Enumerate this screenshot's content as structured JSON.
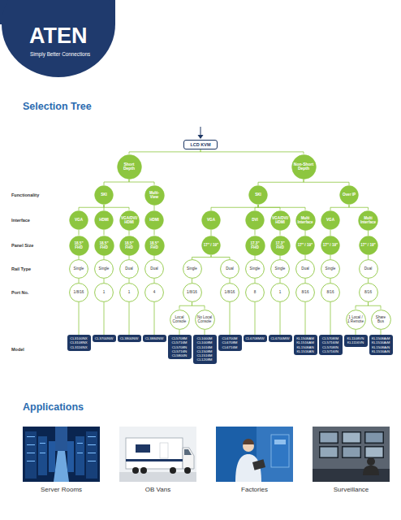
{
  "diagram": {
    "title": "Selection Tree",
    "nodes": [
      {
        "text": [
          "LCD KVM"
        ]
      },
      {
        "text": [
          "Short Depth"
        ]
      },
      {
        "text": [
          "Non-Short Depth"
        ]
      },
      {
        "text": [
          "SKI"
        ]
      },
      {
        "text": [
          "Multi-View"
        ]
      },
      {
        "text": [
          "SKI"
        ]
      },
      {
        "text": [
          "Over IP"
        ]
      },
      {
        "text": [
          "VGA"
        ]
      },
      {
        "text": [
          "HDMI"
        ]
      },
      {
        "text": [
          "VGA/DVI/ HDMI"
        ]
      },
      {
        "text": [
          "HDMI"
        ]
      },
      {
        "text": [
          "VGA"
        ]
      },
      {
        "text": [
          "DVI"
        ]
      },
      {
        "text": [
          "VGA/DVI/ HDMI"
        ]
      },
      {
        "text": [
          "Multi Interface"
        ]
      },
      {
        "text": [
          "VGA"
        ]
      },
      {
        "text": [
          "Multi Interface"
        ]
      },
      {
        "text": [
          "18.5\" FHD"
        ]
      },
      {
        "text": [
          "18.5\" FHD"
        ]
      },
      {
        "text": [
          "18.5\" FHD"
        ]
      },
      {
        "text": [
          "18.5\" FHD"
        ]
      },
      {
        "text": [
          "17\" / 19\""
        ]
      },
      {
        "text": [
          "17.3\" FHD"
        ]
      },
      {
        "text": [
          "17.3\" FHD"
        ]
      },
      {
        "text": [
          "17\" / 19\""
        ]
      },
      {
        "text": [
          "17\" / 19\""
        ]
      },
      {
        "text": [
          "17\" / 19\""
        ]
      },
      {
        "text": [
          "Single"
        ]
      },
      {
        "text": [
          "Single"
        ]
      },
      {
        "text": [
          "Dual"
        ]
      },
      {
        "text": [
          "Dual"
        ]
      },
      {
        "text": [
          "Single"
        ]
      },
      {
        "text": [
          "Dual"
        ]
      },
      {
        "text": [
          "Single"
        ]
      },
      {
        "text": [
          "Single"
        ]
      },
      {
        "text": [
          "Dual"
        ]
      },
      {
        "text": [
          "Single"
        ]
      },
      {
        "text": [
          "Dual"
        ]
      },
      {
        "text": [
          "1/8/16"
        ]
      },
      {
        "text": [
          "1"
        ]
      },
      {
        "text": [
          "1"
        ]
      },
      {
        "text": [
          "4"
        ]
      },
      {
        "text": [
          "1/8/16"
        ]
      },
      {
        "text": [
          "1/8/16"
        ]
      },
      {
        "text": [
          "8"
        ]
      },
      {
        "text": [
          "1"
        ]
      },
      {
        "text": [
          "8/16"
        ]
      },
      {
        "text": [
          "8/16"
        ]
      },
      {
        "text": [
          "8/16"
        ]
      },
      {
        "text": [
          "Local Console"
        ]
      },
      {
        "text": [
          "No Local Console"
        ]
      },
      {
        "text": [
          "1 Local / 1 Remote"
        ]
      },
      {
        "text": [
          "Share Bus"
        ]
      },
      {
        "text": [
          "CL3100NX CL3108NX CL3116NX"
        ]
      },
      {
        "text": [
          "CL3700NW"
        ]
      },
      {
        "text": [
          "CL3800NW"
        ]
      },
      {
        "text": [
          "CL3884NW"
        ]
      },
      {
        "text": [
          "CL5708M CL5716M CL5708N CL5716N CL5800N"
        ]
      },
      {
        "text": [
          "CL1000M CL1008M CL1016M CL1508M CL1516M CL1208M"
        ]
      },
      {
        "text": [
          "CL6700M CL6708M CL6716M"
        ]
      },
      {
        "text": [
          "CL6708MW"
        ]
      },
      {
        "text": [
          "CL6700MW"
        ]
      },
      {
        "text": [
          "KL1508AM KL1516AM KL1508AN KL1516AN"
        ]
      },
      {
        "text": [
          "CL5708IM CL5716IM CL5708IN CL5716IN"
        ]
      },
      {
        "text": [
          "KL1108VN KL1116VN"
        ]
      },
      {
        "text": [
          "KL1508AiM KL1516AiM KL1508AiN KL1516AiN"
        ]
      }
    ],
    "edges": [
      {
        "from": 0,
        "to": 1,
        "arrow": "none"
      },
      {
        "from": 0,
        "to": 2,
        "arrow": "none"
      },
      {
        "from": 1,
        "to": 3,
        "arrow": "none"
      },
      {
        "from": 1,
        "to": 4,
        "arrow": "none"
      },
      {
        "from": 2,
        "to": 5,
        "arrow": "none"
      },
      {
        "from": 2,
        "to": 6,
        "arrow": "none"
      },
      {
        "from": 3,
        "to": 7,
        "arrow": "none"
      },
      {
        "from": 3,
        "to": 8,
        "arrow": "none"
      },
      {
        "from": 3,
        "to": 9,
        "arrow": "none"
      },
      {
        "from": 4,
        "to": 10,
        "arrow": "none"
      },
      {
        "from": 5,
        "to": 11,
        "arrow": "none"
      },
      {
        "from": 5,
        "to": 12,
        "arrow": "none"
      },
      {
        "from": 5,
        "to": 13,
        "arrow": "none"
      },
      {
        "from": 5,
        "to": 14,
        "arrow": "none"
      },
      {
        "from": 6,
        "to": 15,
        "arrow": "none"
      },
      {
        "from": 6,
        "to": 16,
        "arrow": "none"
      },
      {
        "from": 7,
        "to": 17,
        "arrow": "none"
      },
      {
        "from": 8,
        "to": 18,
        "arrow": "none"
      },
      {
        "from": 9,
        "to": 19,
        "arrow": "none"
      },
      {
        "from": 10,
        "to": 20,
        "arrow": "none"
      },
      {
        "from": 11,
        "to": 21,
        "arrow": "none"
      },
      {
        "from": 12,
        "to": 22,
        "arrow": "none"
      },
      {
        "from": 13,
        "to": 23,
        "arrow": "none"
      },
      {
        "from": 14,
        "to": 24,
        "arrow": "none"
      },
      {
        "from": 15,
        "to": 25,
        "arrow": "none"
      },
      {
        "from": 16,
        "to": 26,
        "arrow": "none"
      },
      {
        "from": 17,
        "to": 27,
        "arrow": "none"
      },
      {
        "from": 18,
        "to": 28,
        "arrow": "none"
      },
      {
        "from": 19,
        "to": 29,
        "arrow": "none"
      },
      {
        "from": 20,
        "to": 30,
        "arrow": "none"
      },
      {
        "from": 21,
        "to": 31,
        "arrow": "none"
      },
      {
        "from": 21,
        "to": 32,
        "arrow": "none"
      },
      {
        "from": 22,
        "to": 33,
        "arrow": "none"
      },
      {
        "from": 23,
        "to": 34,
        "arrow": "none"
      },
      {
        "from": 24,
        "to": 35,
        "arrow": "none"
      },
      {
        "from": 25,
        "to": 36,
        "arrow": "none"
      },
      {
        "from": 26,
        "to": 37,
        "arrow": "none"
      },
      {
        "from": 27,
        "to": 38,
        "arrow": "none"
      },
      {
        "from": 28,
        "to": 39,
        "arrow": "none"
      },
      {
        "from": 29,
        "to": 40,
        "arrow": "none"
      },
      {
        "from": 30,
        "to": 41,
        "arrow": "none"
      },
      {
        "from": 31,
        "to": 42,
        "arrow": "none"
      },
      {
        "from": 32,
        "to": 43,
        "arrow": "none"
      },
      {
        "from": 33,
        "to": 44,
        "arrow": "none"
      },
      {
        "from": 34,
        "to": 45,
        "arrow": "none"
      },
      {
        "from": 35,
        "to": 46,
        "arrow": "none"
      },
      {
        "from": 36,
        "to": 47,
        "arrow": "none"
      },
      {
        "from": 37,
        "to": 48,
        "arrow": "none"
      },
      {
        "from": 38,
        "to": 53,
        "arrow": "none"
      },
      {
        "from": 39,
        "to": 54,
        "arrow": "none"
      },
      {
        "from": 40,
        "to": 55,
        "arrow": "none"
      },
      {
        "from": 41,
        "to": 56,
        "arrow": "none"
      },
      {
        "from": 42,
        "to": 49,
        "arrow": "none"
      },
      {
        "from": 42,
        "to": 50,
        "arrow": "none"
      },
      {
        "from": 43,
        "to": 59,
        "arrow": "none"
      },
      {
        "from": 44,
        "to": 60,
        "arrow": "none"
      },
      {
        "from": 45,
        "to": 61,
        "arrow": "none"
      },
      {
        "from": 46,
        "to": 62,
        "arrow": "none"
      },
      {
        "from": 47,
        "to": 63,
        "arrow": "none"
      },
      {
        "from": 48,
        "to": 51,
        "arrow": "none"
      },
      {
        "from": 48,
        "to": 52,
        "arrow": "none"
      },
      {
        "from": 49,
        "to": 57,
        "arrow": "none"
      },
      {
        "from": 50,
        "to": 58,
        "arrow": "none"
      },
      {
        "from": 51,
        "to": 64,
        "arrow": "none"
      },
      {
        "from": 52,
        "to": 65,
        "arrow": "none"
      }
    ],
    "labels": [
      "ATEN",
      "Simply Better Connections",
      "Functionality",
      "Interface",
      "Panel Size",
      "Rail Type",
      "Port No.",
      "Model",
      "Applications",
      "Server Rooms",
      "OB Vans",
      "Factories",
      "Surveillance"
    ]
  }
}
